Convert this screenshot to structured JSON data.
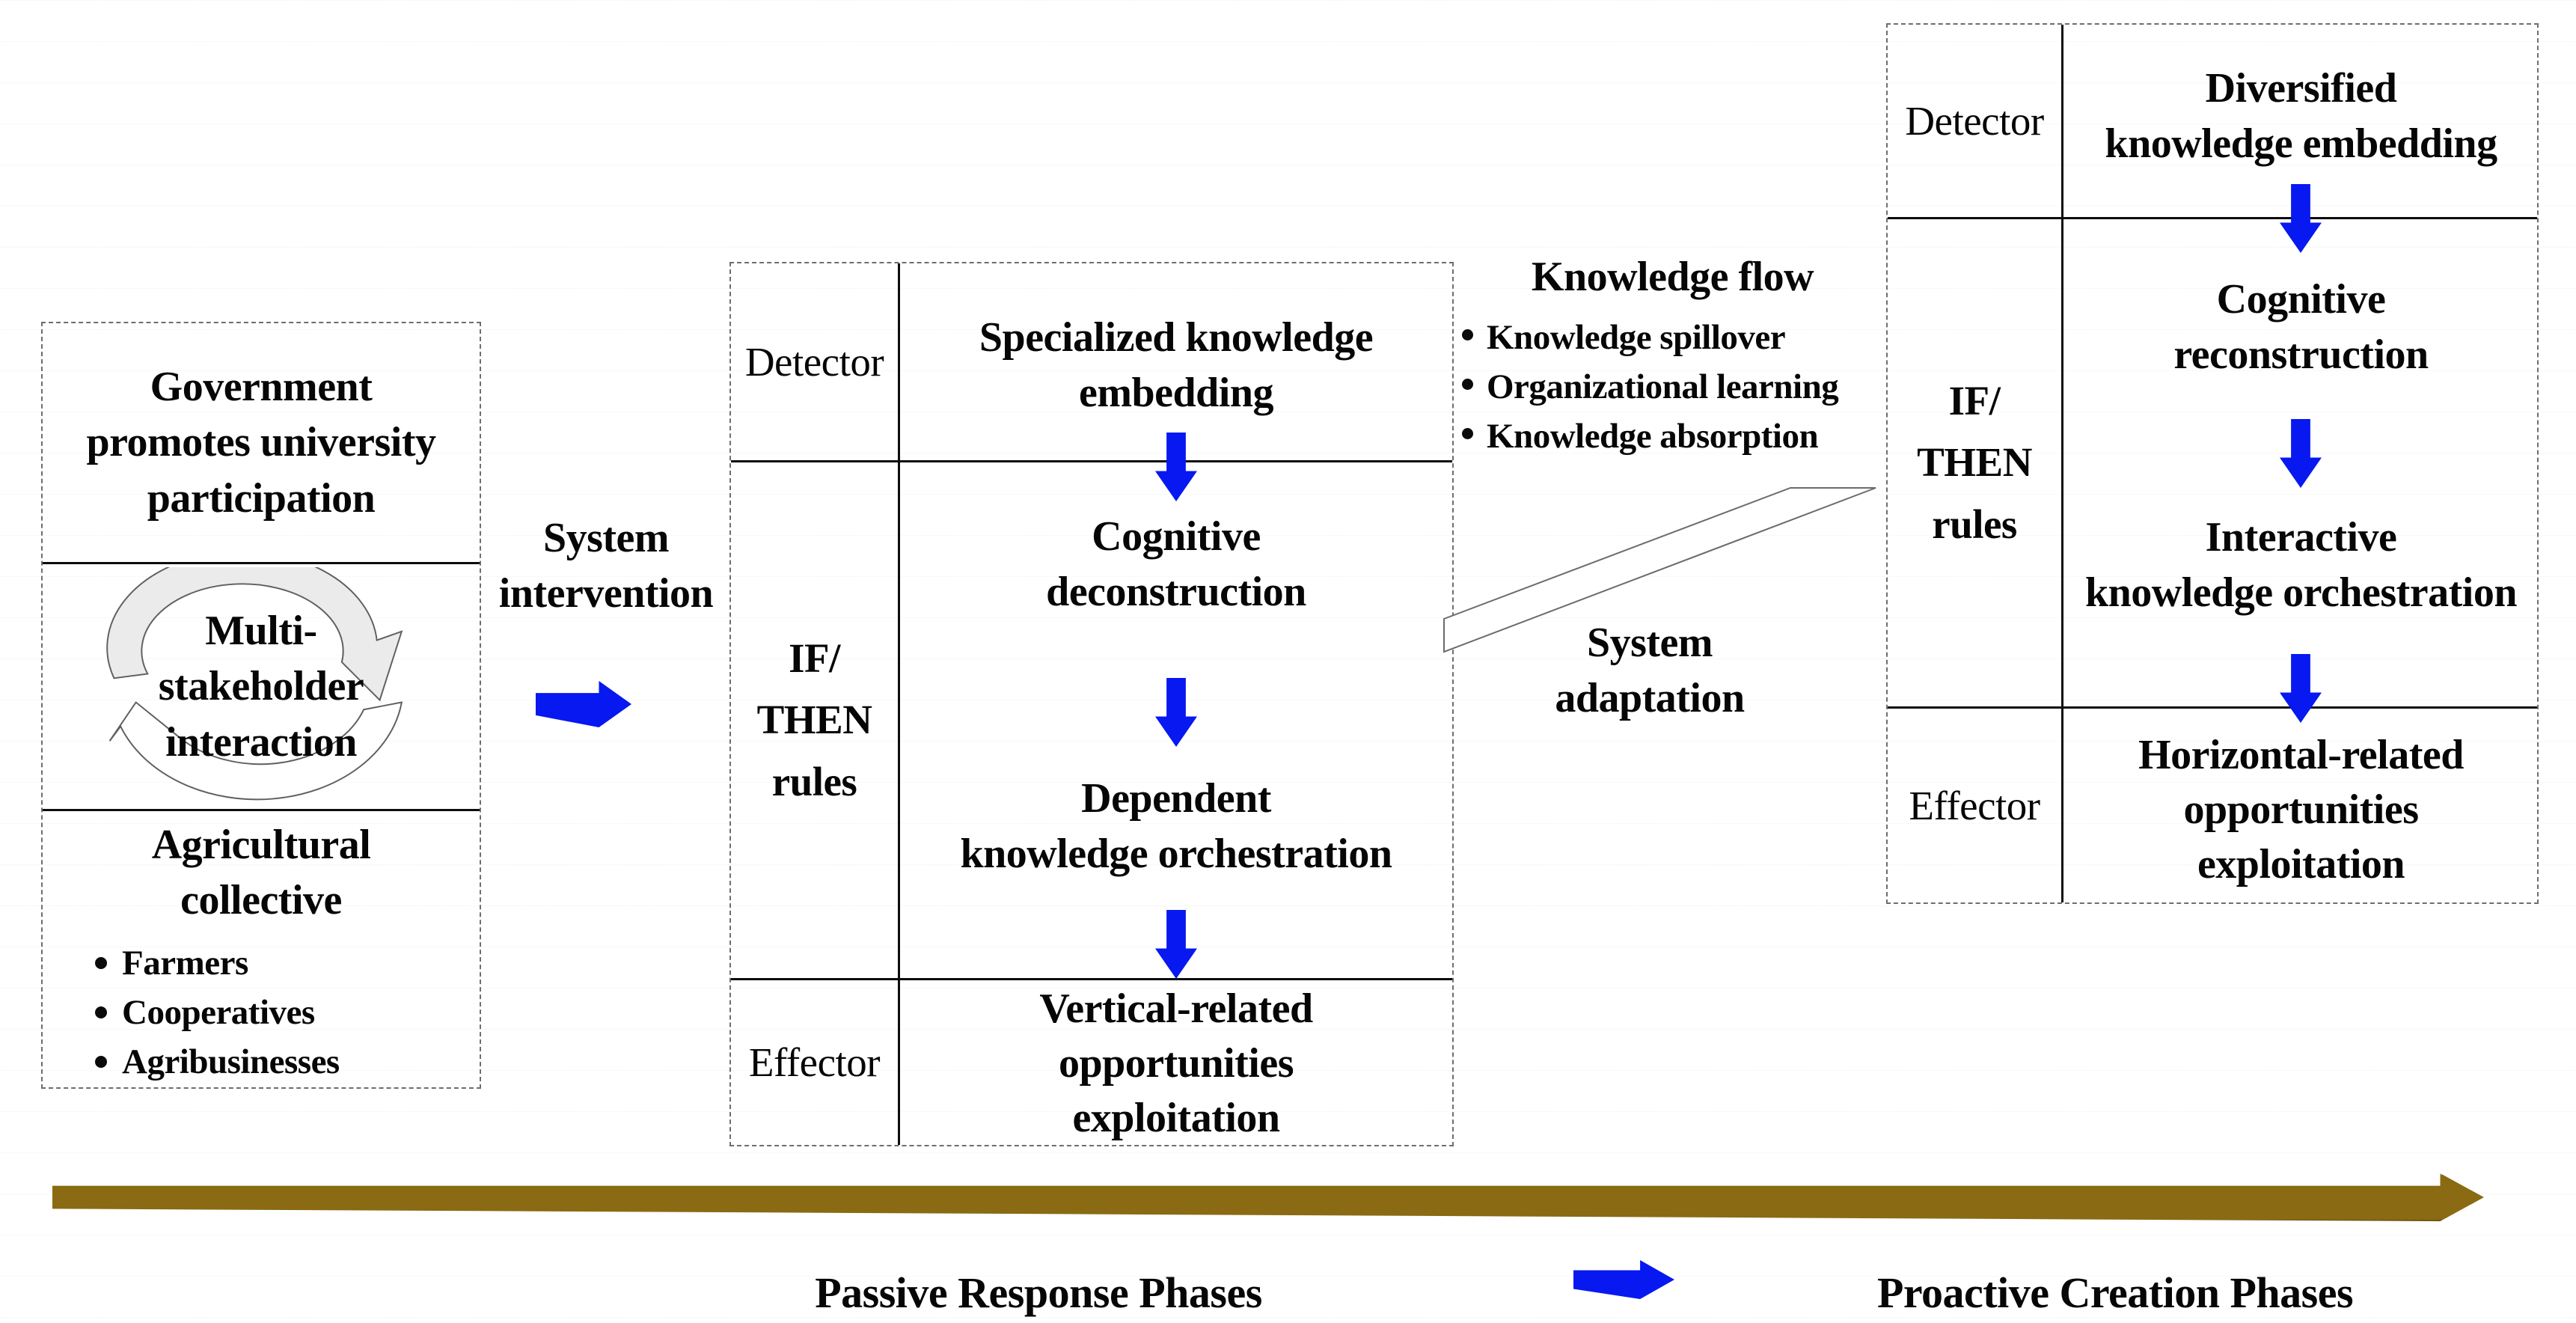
{
  "colors": {
    "arrow_blue": "#0718f0",
    "timeline_brown": "#8a6a12"
  },
  "left_panel": {
    "top_lines": [
      "Government",
      "promotes university",
      "participation"
    ],
    "cycle_lines": [
      "Multi-",
      "stakeholder",
      "interaction"
    ],
    "bottom_title_lines": [
      "Agricultural",
      "collective"
    ],
    "bullets": [
      "Farmers",
      "Cooperatives",
      "Agribusinesses"
    ]
  },
  "system_intervention": {
    "lines": [
      "System",
      "intervention"
    ]
  },
  "middle_table": {
    "detector_label": "Detector",
    "ifthen_lines": [
      "IF/",
      "THEN",
      "rules"
    ],
    "effector_label": "Effector",
    "detector_content_lines": [
      "Specialized knowledge",
      "embedding"
    ],
    "step1_lines": [
      "Cognitive",
      "deconstruction"
    ],
    "step2_lines": [
      "Dependent",
      "knowledge orchestration"
    ],
    "effector_content_lines": [
      "Vertical-related",
      "opportunities",
      "exploitation"
    ]
  },
  "knowledge_flow": {
    "title": "Knowledge flow",
    "bullets": [
      "Knowledge spillover",
      "Organizational learning",
      "Knowledge absorption"
    ]
  },
  "system_adaptation": {
    "lines": [
      "System",
      "adaptation"
    ]
  },
  "right_table": {
    "detector_label": "Detector",
    "ifthen_lines": [
      "IF/",
      "THEN",
      "rules"
    ],
    "effector_label": "Effector",
    "detector_content_lines": [
      "Diversified",
      "knowledge embedding"
    ],
    "step1_lines": [
      "Cognitive",
      "reconstruction"
    ],
    "step2_lines": [
      "Interactive",
      "knowledge orchestration"
    ],
    "effector_content_lines": [
      "Horizontal-related",
      "opportunities",
      "exploitation"
    ]
  },
  "timeline": {
    "passive_label": "Passive Response Phases",
    "proactive_label": "Proactive Creation Phases"
  }
}
